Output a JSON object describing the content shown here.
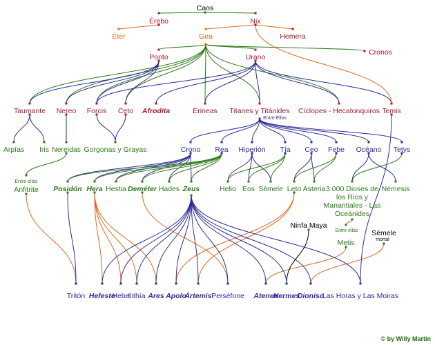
{
  "colors": {
    "black": "#000000",
    "red": "#a3192b",
    "orange": "#e2661b",
    "green": "#2b7a18",
    "blue": "#2b2b9a"
  },
  "nodes": [
    {
      "id": "caos",
      "label": "Caos",
      "color": "black"
    },
    {
      "id": "erebo",
      "label": "Érebo",
      "color": "red"
    },
    {
      "id": "nix",
      "label": "Nix",
      "color": "red"
    },
    {
      "id": "eter",
      "label": "Éter",
      "color": "orange"
    },
    {
      "id": "gea",
      "label": "Gea",
      "color": "orange"
    },
    {
      "id": "hemera",
      "label": "Hemera",
      "color": "red"
    },
    {
      "id": "cronos",
      "label": "Cronos",
      "color": "red"
    },
    {
      "id": "ponto",
      "label": "Ponto",
      "color": "red"
    },
    {
      "id": "urano",
      "label": "Urano",
      "color": "red"
    },
    {
      "id": "taumante",
      "label": "Taumante",
      "color": "red"
    },
    {
      "id": "nereo",
      "label": "Nereo",
      "color": "red"
    },
    {
      "id": "forcis",
      "label": "Forcis",
      "color": "red"
    },
    {
      "id": "ceto",
      "label": "Ceto",
      "color": "red"
    },
    {
      "id": "afrodita",
      "label": "Afrodita",
      "color": "red",
      "bold": true
    },
    {
      "id": "erineas",
      "label": "Erineas",
      "color": "red"
    },
    {
      "id": "titanes",
      "label": "Titanes y Titánides",
      "color": "red"
    },
    {
      "id": "ciclopes",
      "label": "Cíclopes - Hecatonquiros",
      "color": "red"
    },
    {
      "id": "temis",
      "label": "Temis",
      "color": "red"
    },
    {
      "id": "entre_ellos",
      "label": "Entre Ellos",
      "color": "blue",
      "tiny": true
    },
    {
      "id": "arpias",
      "label": "Arpías",
      "color": "green"
    },
    {
      "id": "iris",
      "label": "Iris",
      "color": "green"
    },
    {
      "id": "nereidas",
      "label": "Nereidas",
      "color": "green"
    },
    {
      "id": "gorgonas",
      "label": "Gorgonas y Grayas",
      "color": "green"
    },
    {
      "id": "crono",
      "label": "Crono",
      "color": "blue"
    },
    {
      "id": "rea",
      "label": "Rea",
      "color": "blue"
    },
    {
      "id": "hiperion",
      "label": "Hiperión",
      "color": "blue"
    },
    {
      "id": "tia",
      "label": "Tía",
      "color": "blue"
    },
    {
      "id": "ceo",
      "label": "Ceo",
      "color": "blue"
    },
    {
      "id": "febe",
      "label": "Febe",
      "color": "blue"
    },
    {
      "id": "oceano",
      "label": "Océano",
      "color": "blue"
    },
    {
      "id": "tetys",
      "label": "Tetys",
      "color": "blue"
    },
    {
      "id": "entre_ellas_1",
      "label": "Entre ellas",
      "color": "green",
      "tiny": true
    },
    {
      "id": "anfitrite",
      "label": "Anfitrite",
      "color": "green"
    },
    {
      "id": "posidon",
      "label": "Posidón",
      "color": "green",
      "bold": true
    },
    {
      "id": "hera",
      "label": "Hera",
      "color": "green",
      "bold": true
    },
    {
      "id": "hestia",
      "label": "Hestia",
      "color": "green"
    },
    {
      "id": "demeter",
      "label": "Deméter",
      "color": "green",
      "bold": true
    },
    {
      "id": "hades",
      "label": "Hades",
      "color": "green"
    },
    {
      "id": "zeus",
      "label": "Zeus",
      "color": "green",
      "bold": true
    },
    {
      "id": "helio",
      "label": "Helio",
      "color": "green"
    },
    {
      "id": "eos",
      "label": "Eos",
      "color": "green"
    },
    {
      "id": "semele_g",
      "label": "Sémele",
      "color": "green"
    },
    {
      "id": "leto",
      "label": "Leto",
      "color": "green"
    },
    {
      "id": "asteria",
      "label": "Asteria",
      "color": "green"
    },
    {
      "id": "dioses_rios",
      "label": "3.000 Dioses de los Ríos y Manantiales - Las Oceánides",
      "color": "green",
      "wrap": true
    },
    {
      "id": "nemesis",
      "label": "Némesis",
      "color": "green"
    },
    {
      "id": "ninfa_maya",
      "label": "Ninfa Maya",
      "color": "black"
    },
    {
      "id": "entre_ellas_2",
      "label": "Entre ellas",
      "color": "green",
      "tiny": true
    },
    {
      "id": "metis",
      "label": "Metis",
      "color": "green"
    },
    {
      "id": "semele_mortal",
      "label": "Sémele",
      "color": "black"
    },
    {
      "id": "mortal",
      "label": "mortal",
      "color": "black",
      "tiny": true
    },
    {
      "id": "triton",
      "label": "Tritón",
      "color": "blue"
    },
    {
      "id": "hefesto",
      "label": "Hefesto",
      "color": "blue",
      "bold": true
    },
    {
      "id": "hebe",
      "label": "Hebe",
      "color": "blue"
    },
    {
      "id": "ilithia",
      "label": "Ilithía",
      "color": "blue"
    },
    {
      "id": "ares",
      "label": "Ares",
      "color": "blue",
      "bold": true
    },
    {
      "id": "apolo",
      "label": "Apolo",
      "color": "blue",
      "bold": true
    },
    {
      "id": "artemis",
      "label": "Ártemis",
      "color": "blue",
      "bold": true
    },
    {
      "id": "persefone",
      "label": "Perséfone",
      "color": "blue"
    },
    {
      "id": "atenea",
      "label": "Atenea",
      "color": "blue",
      "bold": true
    },
    {
      "id": "hermes",
      "label": "Hermes",
      "color": "blue",
      "bold": true
    },
    {
      "id": "dioniso",
      "label": "Dioniso",
      "color": "blue",
      "bold": true
    },
    {
      "id": "horas_moiras",
      "label": "Las Horas y Las Moiras",
      "color": "blue"
    }
  ],
  "edges": [
    {
      "from": "caos",
      "to": "erebo",
      "color": "green"
    },
    {
      "from": "caos",
      "to": "nix",
      "color": "green"
    },
    {
      "from": "erebo",
      "to": "eter",
      "color": "orange"
    },
    {
      "from": "nix",
      "to": "gea",
      "color": "orange"
    },
    {
      "from": "nix",
      "to": "hemera",
      "color": "orange"
    },
    {
      "from": "gea",
      "to": "cronos",
      "color": "green"
    },
    {
      "from": "gea",
      "to": "ponto",
      "color": "green"
    },
    {
      "from": "gea",
      "to": "urano",
      "color": "green"
    },
    {
      "from": "gea",
      "to": "taumante",
      "color": "green"
    },
    {
      "from": "gea",
      "to": "nereo",
      "color": "green"
    },
    {
      "from": "gea",
      "to": "forcis",
      "color": "green"
    },
    {
      "from": "gea",
      "to": "ceto",
      "color": "green"
    },
    {
      "from": "gea",
      "to": "erineas",
      "color": "green"
    },
    {
      "from": "gea",
      "to": "titanes",
      "color": "green"
    },
    {
      "from": "gea",
      "to": "ciclopes",
      "color": "green"
    },
    {
      "from": "ponto",
      "to": "taumante",
      "color": "blue"
    },
    {
      "from": "ponto",
      "to": "nereo",
      "color": "blue"
    },
    {
      "from": "ponto",
      "to": "forcis",
      "color": "blue"
    },
    {
      "from": "ponto",
      "to": "ceto",
      "color": "blue"
    },
    {
      "from": "urano",
      "to": "afrodita",
      "color": "blue"
    },
    {
      "from": "urano",
      "to": "erineas",
      "color": "blue"
    },
    {
      "from": "urano",
      "to": "titanes",
      "color": "blue"
    },
    {
      "from": "urano",
      "to": "ciclopes",
      "color": "blue"
    },
    {
      "from": "urano",
      "to": "temis",
      "color": "blue"
    },
    {
      "from": "urano",
      "to": "forcis",
      "color": "blue"
    },
    {
      "from": "nix",
      "to": "temis",
      "color": "orange"
    },
    {
      "from": "taumante",
      "to": "arpias",
      "color": "blue"
    },
    {
      "from": "taumante",
      "to": "iris",
      "color": "blue"
    },
    {
      "from": "nereo",
      "to": "nereidas",
      "color": "blue"
    },
    {
      "from": "forcis",
      "to": "gorgonas",
      "color": "blue"
    },
    {
      "from": "ceto",
      "to": "gorgonas",
      "color": "blue"
    },
    {
      "from": "titanes",
      "to": "crono",
      "color": "blue"
    },
    {
      "from": "titanes",
      "to": "rea",
      "color": "blue"
    },
    {
      "from": "titanes",
      "to": "hiperion",
      "color": "blue"
    },
    {
      "from": "titanes",
      "to": "tia",
      "color": "blue"
    },
    {
      "from": "titanes",
      "to": "ceo",
      "color": "blue"
    },
    {
      "from": "titanes",
      "to": "febe",
      "color": "blue"
    },
    {
      "from": "titanes",
      "to": "oceano",
      "color": "blue"
    },
    {
      "from": "titanes",
      "to": "tetys",
      "color": "blue"
    },
    {
      "from": "nereidas",
      "to": "anfitrite",
      "color": "green"
    },
    {
      "from": "crono",
      "to": "posidon",
      "color": "blue"
    },
    {
      "from": "crono",
      "to": "hera",
      "color": "blue"
    },
    {
      "from": "crono",
      "to": "hestia",
      "color": "blue"
    },
    {
      "from": "crono",
      "to": "demeter",
      "color": "blue"
    },
    {
      "from": "crono",
      "to": "hades",
      "color": "blue"
    },
    {
      "from": "crono",
      "to": "zeus",
      "color": "blue"
    },
    {
      "from": "rea",
      "to": "posidon",
      "color": "green"
    },
    {
      "from": "rea",
      "to": "hera",
      "color": "green"
    },
    {
      "from": "rea",
      "to": "hestia",
      "color": "green"
    },
    {
      "from": "rea",
      "to": "demeter",
      "color": "green"
    },
    {
      "from": "rea",
      "to": "hades",
      "color": "green"
    },
    {
      "from": "rea",
      "to": "zeus",
      "color": "green"
    },
    {
      "from": "hiperion",
      "to": "helio",
      "color": "blue"
    },
    {
      "from": "hiperion",
      "to": "eos",
      "color": "blue"
    },
    {
      "from": "hiperion",
      "to": "semele_g",
      "color": "blue"
    },
    {
      "from": "tia",
      "to": "helio",
      "color": "green"
    },
    {
      "from": "tia",
      "to": "eos",
      "color": "green"
    },
    {
      "from": "tia",
      "to": "semele_g",
      "color": "green"
    },
    {
      "from": "ceo",
      "to": "leto",
      "color": "blue"
    },
    {
      "from": "ceo",
      "to": "asteria",
      "color": "blue"
    },
    {
      "from": "febe",
      "to": "leto",
      "color": "green"
    },
    {
      "from": "febe",
      "to": "asteria",
      "color": "green"
    },
    {
      "from": "oceano",
      "to": "dioses_rios",
      "color": "blue"
    },
    {
      "from": "tetys",
      "to": "dioses_rios",
      "color": "green"
    },
    {
      "from": "oceano",
      "to": "nemesis",
      "color": "blue"
    },
    {
      "from": "dioses_rios",
      "to": "metis",
      "color": "orange"
    },
    {
      "from": "anfitrite",
      "to": "triton",
      "color": "orange"
    },
    {
      "from": "posidon",
      "to": "triton",
      "color": "blue"
    },
    {
      "from": "hera",
      "to": "hefesto",
      "color": "orange"
    },
    {
      "from": "hera",
      "to": "hebe",
      "color": "orange"
    },
    {
      "from": "hera",
      "to": "ilithia",
      "color": "orange"
    },
    {
      "from": "hera",
      "to": "ares",
      "color": "orange"
    },
    {
      "from": "demeter",
      "to": "persefone",
      "color": "orange"
    },
    {
      "from": "leto",
      "to": "apolo",
      "color": "orange"
    },
    {
      "from": "leto",
      "to": "artemis",
      "color": "orange"
    },
    {
      "from": "metis",
      "to": "atenea",
      "color": "orange"
    },
    {
      "from": "ninfa_maya",
      "to": "hermes",
      "color": "black"
    },
    {
      "from": "semele_mortal",
      "to": "dioniso",
      "color": "orange"
    },
    {
      "from": "temis",
      "to": "horas_moiras",
      "color": "blue"
    },
    {
      "from": "zeus",
      "to": "hefesto",
      "color": "blue"
    },
    {
      "from": "zeus",
      "to": "hebe",
      "color": "blue"
    },
    {
      "from": "zeus",
      "to": "ilithia",
      "color": "blue"
    },
    {
      "from": "zeus",
      "to": "ares",
      "color": "blue"
    },
    {
      "from": "zeus",
      "to": "apolo",
      "color": "blue"
    },
    {
      "from": "zeus",
      "to": "artemis",
      "color": "blue"
    },
    {
      "from": "zeus",
      "to": "persefone",
      "color": "blue"
    },
    {
      "from": "zeus",
      "to": "atenea",
      "color": "blue"
    },
    {
      "from": "zeus",
      "to": "hermes",
      "color": "blue"
    },
    {
      "from": "zeus",
      "to": "dioniso",
      "color": "blue"
    },
    {
      "from": "zeus",
      "to": "horas_moiras",
      "color": "blue"
    }
  ],
  "credit": "© by Willy Martin"
}
